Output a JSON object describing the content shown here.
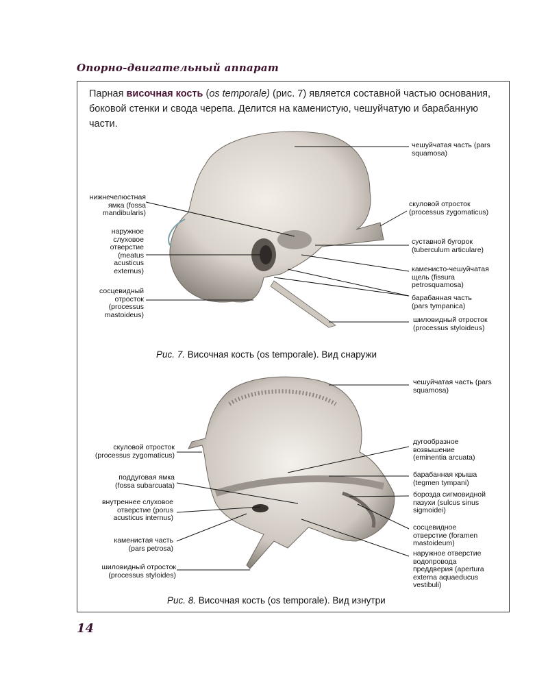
{
  "running_head": "Опорно-двигательный аппарат",
  "intro": {
    "t1": "Парная ",
    "bold": "височная кость",
    "t2": " (",
    "italic": "os temporale)",
    "t3": " (рис. 7) является составной частью основания, боковой стенки и свода черепа. Делится на каменистую, чешуйчатую и барабанную части."
  },
  "figure7": {
    "labels_left": [
      "нижнечелюстная ямка (fossa mandibularis)",
      "наружное слуховое отверстие (meatus acusticus externus)",
      "сосцевидный отросток (processus mastoideus)"
    ],
    "labels_right": [
      "чешуйчатая часть (pars squamosa)",
      "скуловой отросток (processus zygomaticus)",
      "суставной бугорок (tuberculum articulare)",
      "каменисто-чешуйчатая щель (fissura petrosquamosa)",
      "барабанная часть (pars tympanica)",
      "шиловидный отросток (processus styloideus)"
    ],
    "caption_prefix": "Рис. 7.",
    "caption": " Височная кость (os temporale). Вид снаружи"
  },
  "figure8": {
    "labels_left": [
      "скуловой отросток (processus zygomaticus)",
      "поддуговая ямка (fossa subarcuata)",
      "внутреннее слуховое отверстие (porus acusticus internus)",
      "каменистая часть (pars petrosa)",
      "шиловидный отросток (processus styloides)"
    ],
    "labels_right": [
      "чешуйчатая часть (pars squamosa)",
      "дугообразное возвышение (eminentia arcuata)",
      "барабанная крыша (tegmen tympani)",
      "борозда сигмовидной пазухи (sulcus sinus sigmoidei)",
      "сосцевидное отверстие (foramen mastoideum)",
      "наружное отверстие водопровода преддверия (apertura externa aquaeducus vestibuli)"
    ],
    "caption_prefix": "Рис. 8.",
    "caption": " Височная кость (os temporale). Вид изнутри"
  },
  "page_number": "14"
}
